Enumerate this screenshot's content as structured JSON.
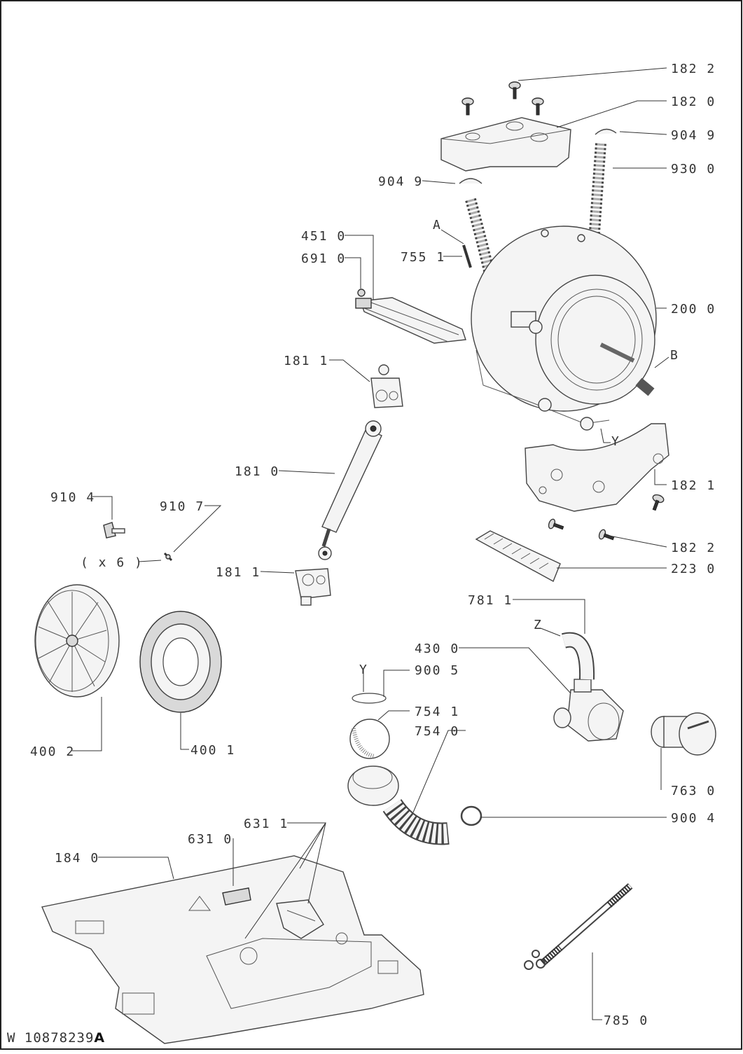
{
  "document": {
    "code": "W 10878239",
    "revision": "A"
  },
  "callouts": [
    {
      "id": "c-182-2-top",
      "text": "182 2"
    },
    {
      "id": "c-182-0",
      "text": "182 0"
    },
    {
      "id": "c-904-9-right",
      "text": "904 9"
    },
    {
      "id": "c-930-0",
      "text": "930 0"
    },
    {
      "id": "c-904-9-left",
      "text": "904 9"
    },
    {
      "id": "c-451-0",
      "text": "451 0"
    },
    {
      "id": "c-691-0",
      "text": "691 0"
    },
    {
      "id": "c-A",
      "text": "A"
    },
    {
      "id": "c-755-1",
      "text": "755 1"
    },
    {
      "id": "c-200-0",
      "text": "200 0"
    },
    {
      "id": "c-B",
      "text": "B"
    },
    {
      "id": "c-181-1-top",
      "text": "181 1"
    },
    {
      "id": "c-Y-tub",
      "text": "Y"
    },
    {
      "id": "c-181-0",
      "text": "181 0"
    },
    {
      "id": "c-182-1",
      "text": "182 1"
    },
    {
      "id": "c-910-4",
      "text": "910 4"
    },
    {
      "id": "c-910-7",
      "text": "910 7"
    },
    {
      "id": "c-x6",
      "text": "( x 6 )"
    },
    {
      "id": "c-182-2-bottom",
      "text": "182 2"
    },
    {
      "id": "c-181-1-bottom",
      "text": "181 1"
    },
    {
      "id": "c-223-0",
      "text": "223 0"
    },
    {
      "id": "c-781-1",
      "text": "781 1"
    },
    {
      "id": "c-Z",
      "text": "Z"
    },
    {
      "id": "c-430-0",
      "text": "430 0"
    },
    {
      "id": "c-Y-ring",
      "text": "Y"
    },
    {
      "id": "c-900-5",
      "text": "900 5"
    },
    {
      "id": "c-754-1",
      "text": "754 1"
    },
    {
      "id": "c-754-0",
      "text": "754 0"
    },
    {
      "id": "c-400-2",
      "text": "400 2"
    },
    {
      "id": "c-400-1",
      "text": "400 1"
    },
    {
      "id": "c-763-0",
      "text": "763 0"
    },
    {
      "id": "c-900-4",
      "text": "900 4"
    },
    {
      "id": "c-631-1",
      "text": "631 1"
    },
    {
      "id": "c-631-0",
      "text": "631 0"
    },
    {
      "id": "c-184-0",
      "text": "184 0"
    },
    {
      "id": "c-785-0",
      "text": "785 0"
    }
  ]
}
